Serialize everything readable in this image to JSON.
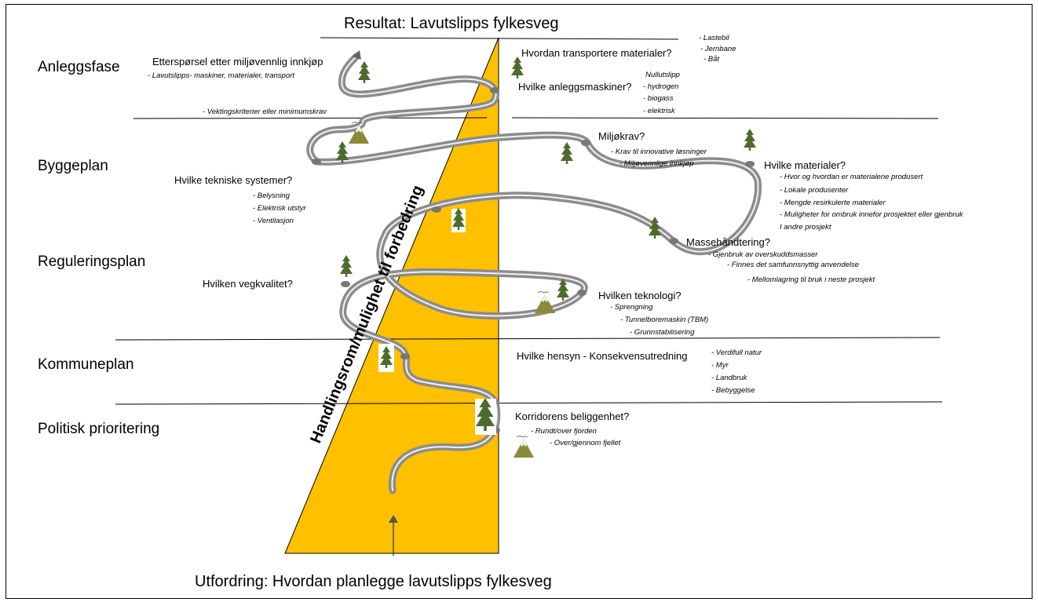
{
  "title_top": "Resultat: Lavutslipps fylkesveg",
  "title_bottom": "Utfordring: Hvordan planlegge lavutslipps fylkesveg",
  "diagonal_label": "Handlingsrom/mulighet til forbedring",
  "phases": {
    "anleggsfase": "Anleggsfase",
    "byggeplan": "Byggeplan",
    "reguleringsplan": "Reguleringsplan",
    "kommuneplan": "Kommuneplan",
    "politisk": "Politisk prioritering"
  },
  "anlegg": {
    "innkjop_q": "Etterspørsel etter miljøvennlig innkjøp",
    "innkjop_s": "- Lavutslipps- maskiner, materialer, transport",
    "vekting": "- Vektingskriterier eller minimumskrav",
    "transport_q": "Hvordan transportere materialer?",
    "transport_items": [
      "- Lastebil",
      "- Jernbane",
      "- Båt"
    ],
    "maskiner_q": "Hvilke anleggsmaskiner?",
    "maskiner_items": [
      "Nullutslipp",
      "- hydrogen",
      "- biogass",
      "- elektrisk"
    ]
  },
  "bygge": {
    "tekniske_q": "Hvilke tekniske systemer?",
    "tekniske_items": [
      "- Belysning",
      "- Elektrisk utstyr",
      "- Ventilasjon"
    ],
    "miljo_q": "Miljøkrav?",
    "miljo_items": [
      "- Krav til innovative løsninger",
      "- Miljøvennlige innkjøp"
    ],
    "materialer_q": "Hvilke materialer?",
    "materialer_items": [
      "- Hvor og hvordan er materialene produsert",
      "- Lokale produsenter",
      "- Mengde resirkulerte materialer",
      "- Muligheter for ombruk innefor prosjektet eller gjenbruk",
      "I andre prosjekt"
    ]
  },
  "regulering": {
    "masse_q": "Massehåndtering?",
    "masse_items": [
      "- Gjenbruk av overskuddsmasser",
      "- Finnes det samfunnsnyttig anvendelse",
      "- Mellomlagring til bruk i neste prosjekt"
    ],
    "vegkvalitet_q": "Hvilken vegkvalitet?",
    "teknologi_q": "Hvilken teknologi?",
    "teknologi_items": [
      "- Sprengning",
      "- Tunnelboremaskin (TBM)",
      "- Grunnstabilisering"
    ]
  },
  "kommune": {
    "hensyn_q": "Hvilke hensyn - Konsekvensutredning",
    "hensyn_items": [
      "- Verdifull natur",
      "- Myr",
      "- Landbruk",
      "- Bebyggelse"
    ]
  },
  "politisk": {
    "korridor_q": "Korridorens beliggenhet?",
    "korridor_items": [
      "- Rundt/over fjorden",
      "- Over/gjennom fjellet"
    ]
  },
  "colors": {
    "wedge": "#FFC000",
    "road": "#8c8c8c",
    "road_light": "#f2f2f2",
    "tree": "#4e6b2e",
    "mountain": "#8a8a3a"
  }
}
